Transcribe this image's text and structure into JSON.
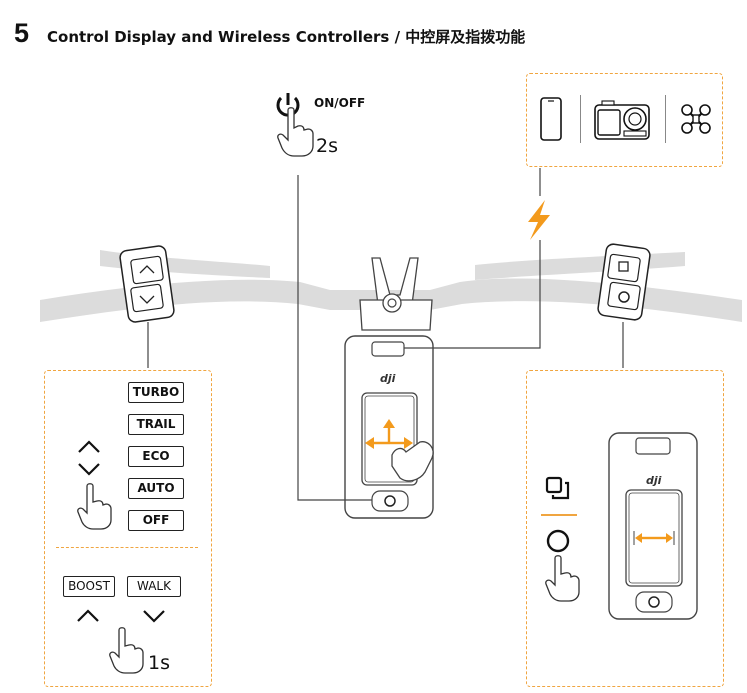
{
  "header": {
    "section_number": "5",
    "title": "Control Display and Wireless Controllers / 中控屏及指拨功能"
  },
  "power": {
    "label": "ON/OFF",
    "hold_time": "2s"
  },
  "left_controller": {
    "modes": [
      "TURBO",
      "TRAIL",
      "ECO",
      "AUTO",
      "OFF"
    ],
    "boost_label": "BOOST",
    "walk_label": "WALK",
    "hold_time": "1s"
  },
  "logo_text": "dji",
  "colors": {
    "accent_orange": "#f0a540",
    "arrow_orange": "#f39a1c",
    "handlebar_gray": "#d7d7d7"
  },
  "icons": [
    "power-icon",
    "hand-press-icon",
    "phone-icon",
    "camera-icon",
    "drone-icon",
    "lightning-icon",
    "switch-screen-icon",
    "circle-button-icon",
    "chevron-up-icon",
    "chevron-down-icon"
  ]
}
